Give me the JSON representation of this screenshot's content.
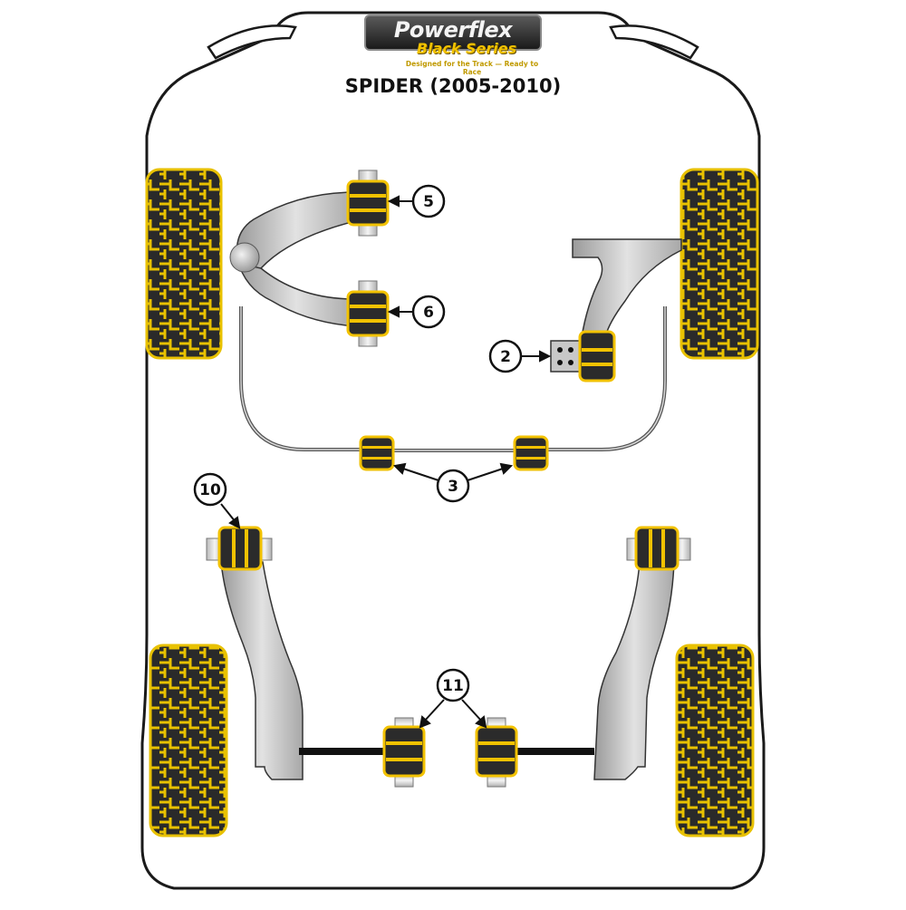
{
  "brand": {
    "name": "Powerflex",
    "series": "Black Series",
    "tagline": "Designed for the Track — Ready to Race"
  },
  "model": {
    "title": "SPIDER (2005-2010)"
  },
  "callouts": [
    {
      "id": "c5",
      "label": "5"
    },
    {
      "id": "c6",
      "label": "6"
    },
    {
      "id": "c2",
      "label": "2"
    },
    {
      "id": "c3",
      "label": "3"
    },
    {
      "id": "c10",
      "label": "10"
    },
    {
      "id": "c11",
      "label": "11"
    }
  ],
  "colors": {
    "bushing_yellow": "#f2c200",
    "bushing_dark": "#2b2b2b",
    "arm_grey": "#bdbdbd",
    "outline": "#1a1a1a"
  }
}
